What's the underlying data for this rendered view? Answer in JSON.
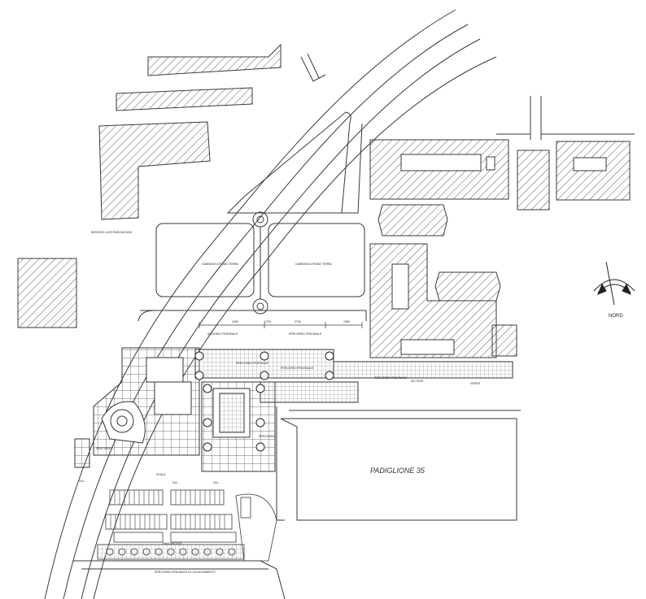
{
  "labels": {
    "pavilion": "PADIGLIONE 35",
    "north": "NORD",
    "plaza_caption": "PERCORSO PEDONALE DI COLLEGAMENTO",
    "parking_upper": "PARCHEGGIO",
    "note_left": "SERVIZIO LATO PARCHEGGIO",
    "green_area_1": "GIARDINO A PIANO TERRA",
    "green_area_2": "GIARDINO A PIANO TERRA",
    "dim_left": "1000",
    "dim_center": "2700",
    "dim_right": "2300",
    "dim_mid": "2700",
    "tag_1": "ACCESSO PEDONALE",
    "tag_2": "PERCORSO PEDONALE",
    "tag_3": "PERCORSO PEDONALE",
    "tag_4": "PERCORSO PEDONALE",
    "tag_5": "PERCORSO PEDONALE",
    "tag_6": "ALLOGGI",
    "tag_7": "VERDE",
    "tag_8": "VIA ...",
    "tag_9": "VIA ...",
    "tag_10": "VIA ...",
    "tag_11": "PERCORSO ...",
    "tag_12": "PERCORSO ...",
    "tag_13": "SCALA"
  },
  "colors": {
    "line": "#3a3a3a",
    "hatch": "#5a5a5a",
    "grid": "#444444",
    "paper": "#ffffff"
  }
}
